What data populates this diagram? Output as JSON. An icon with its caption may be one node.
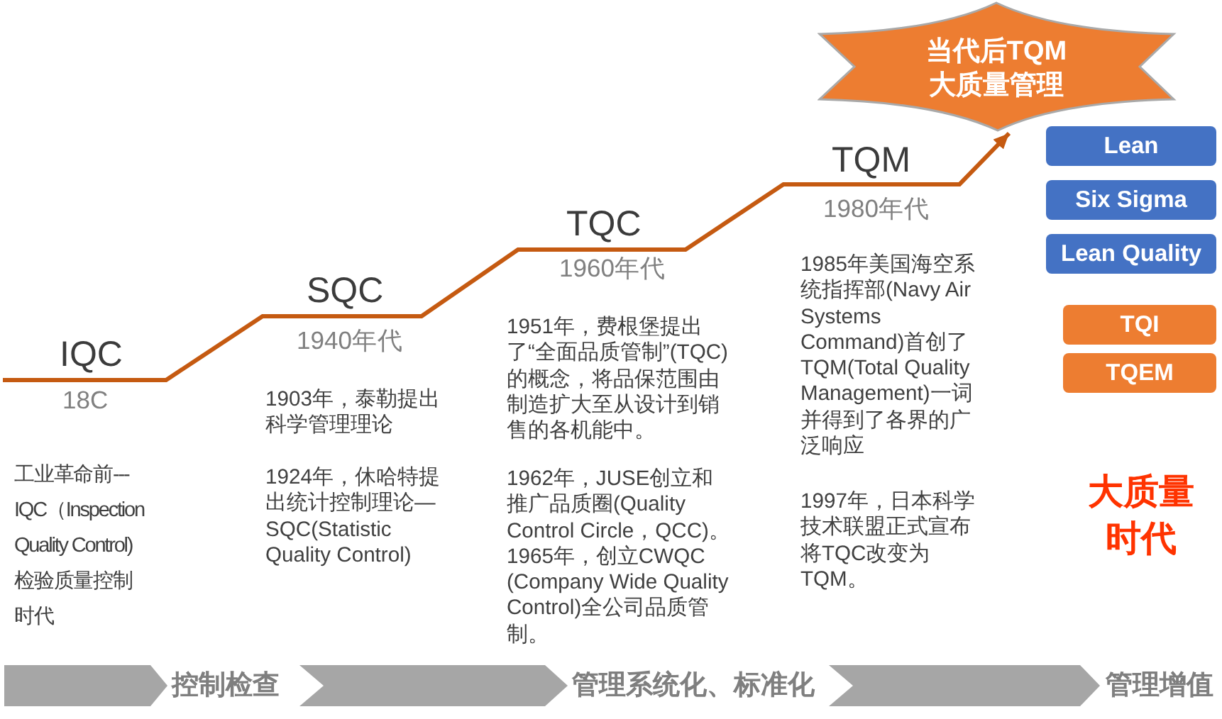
{
  "diagram": {
    "nodes": [
      {
        "text": [
          "当代后TQM大质量管理"
        ]
      },
      {
        "text": [
          "Lean"
        ]
      },
      {
        "text": [
          "Six Sigma"
        ]
      },
      {
        "text": [
          "Lean Quality"
        ]
      },
      {
        "text": [
          "TQI"
        ]
      },
      {
        "text": [
          "TQEM"
        ]
      },
      {
        "text": [
          "控制检查"
        ]
      },
      {
        "text": [
          "管理系统化、标准化"
        ]
      },
      {
        "text": [
          "管理增值"
        ]
      }
    ],
    "edges": [
      {
        "from": null,
        "to": 0,
        "arrow": "to",
        "color": "#c55a11"
      },
      {
        "from": null,
        "to": 6,
        "arrow": "to"
      },
      {
        "from": 6,
        "to": 7,
        "arrow": "to"
      },
      {
        "from": 7,
        "to": 8,
        "arrow": "to"
      }
    ],
    "labels": [
      "IQC",
      "18C",
      "工业革命前---IQC（Inspection Quality Control)检验质量控制时代",
      "SQC",
      "1940年代",
      "1903年，泰勒提出科学管理理论",
      "1924年，休哈特提出统计控制理论—SQC(Statistic Quality Control)",
      "TQC",
      "1960年代",
      "1951年，费根堡提出了“全面品质管制”(TQC)的概念，将品保范围由制造扩大至从设计到销售的各机能中。",
      "1962年，JUSE创立和推广品质圈(Quality Control Circle，QCC)。1965年，创立CWQC (Company Wide Quality Control)全公司品质管制。",
      "TQM",
      "1980年代",
      "1985年美国海空系统指挥部(Navy Air Systems Command)首创了TQM(Total Quality Management)一词并得到了各界的广泛响应",
      "1997年，日本科学技术联盟正式宣布将TQC改变为TQM。",
      "大质量时代"
    ]
  }
}
